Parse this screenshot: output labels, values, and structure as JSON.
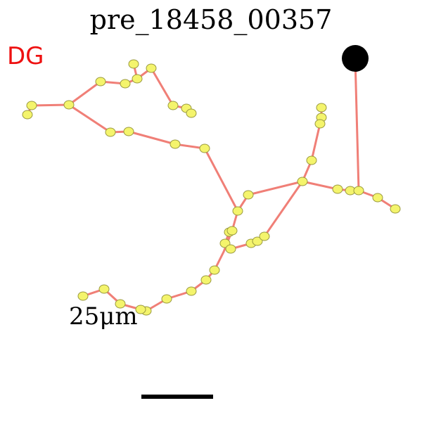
{
  "figure": {
    "title": "pre_18458_00357",
    "region_label": "DG",
    "scale_label": "25μm",
    "colors": {
      "edge": "#f07f77",
      "node_fill": "#f4f46c",
      "node_stroke": "#9a9a40",
      "soma": "#000000",
      "region_label": "#ee1111",
      "scale_bar": "#000000"
    }
  }
}
